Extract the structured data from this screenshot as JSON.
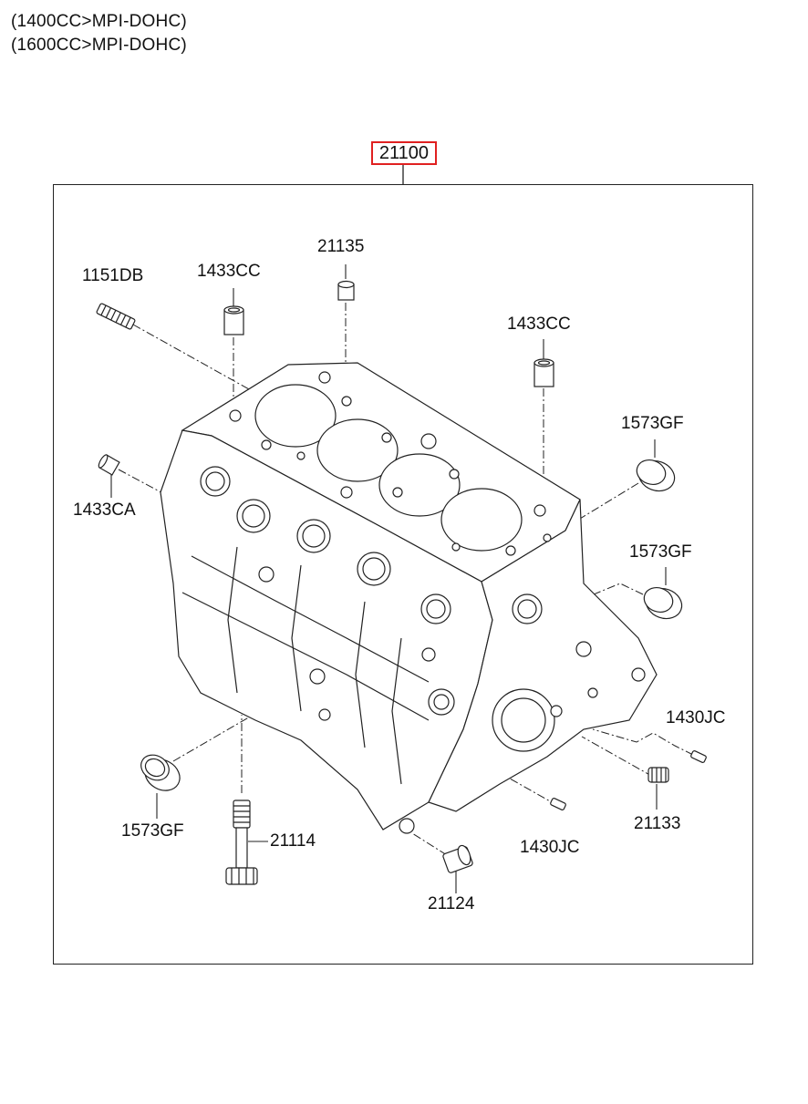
{
  "header": {
    "line1": "(1400CC>MPI-DOHC)",
    "line2": "(1600CC>MPI-DOHC)"
  },
  "assembly": {
    "part_number": "21100",
    "highlight_color": "#e02020"
  },
  "callouts": {
    "stud_1151DB": "1151DB",
    "dowel_1433CC_left": "1433CC",
    "sleeve_21135": "21135",
    "dowel_1433CC_right": "1433CC",
    "plug_1573GF_top": "1573GF",
    "plug_1573GF_mid": "1573GF",
    "dowel_1433CA": "1433CA",
    "pin_1430JC_right": "1430JC",
    "plug_21133": "21133",
    "pin_1430JC_bottom": "1430JC",
    "bushing_21124": "21124",
    "bolt_21114": "21114",
    "plug_1573GF_bottom": "1573GF"
  }
}
